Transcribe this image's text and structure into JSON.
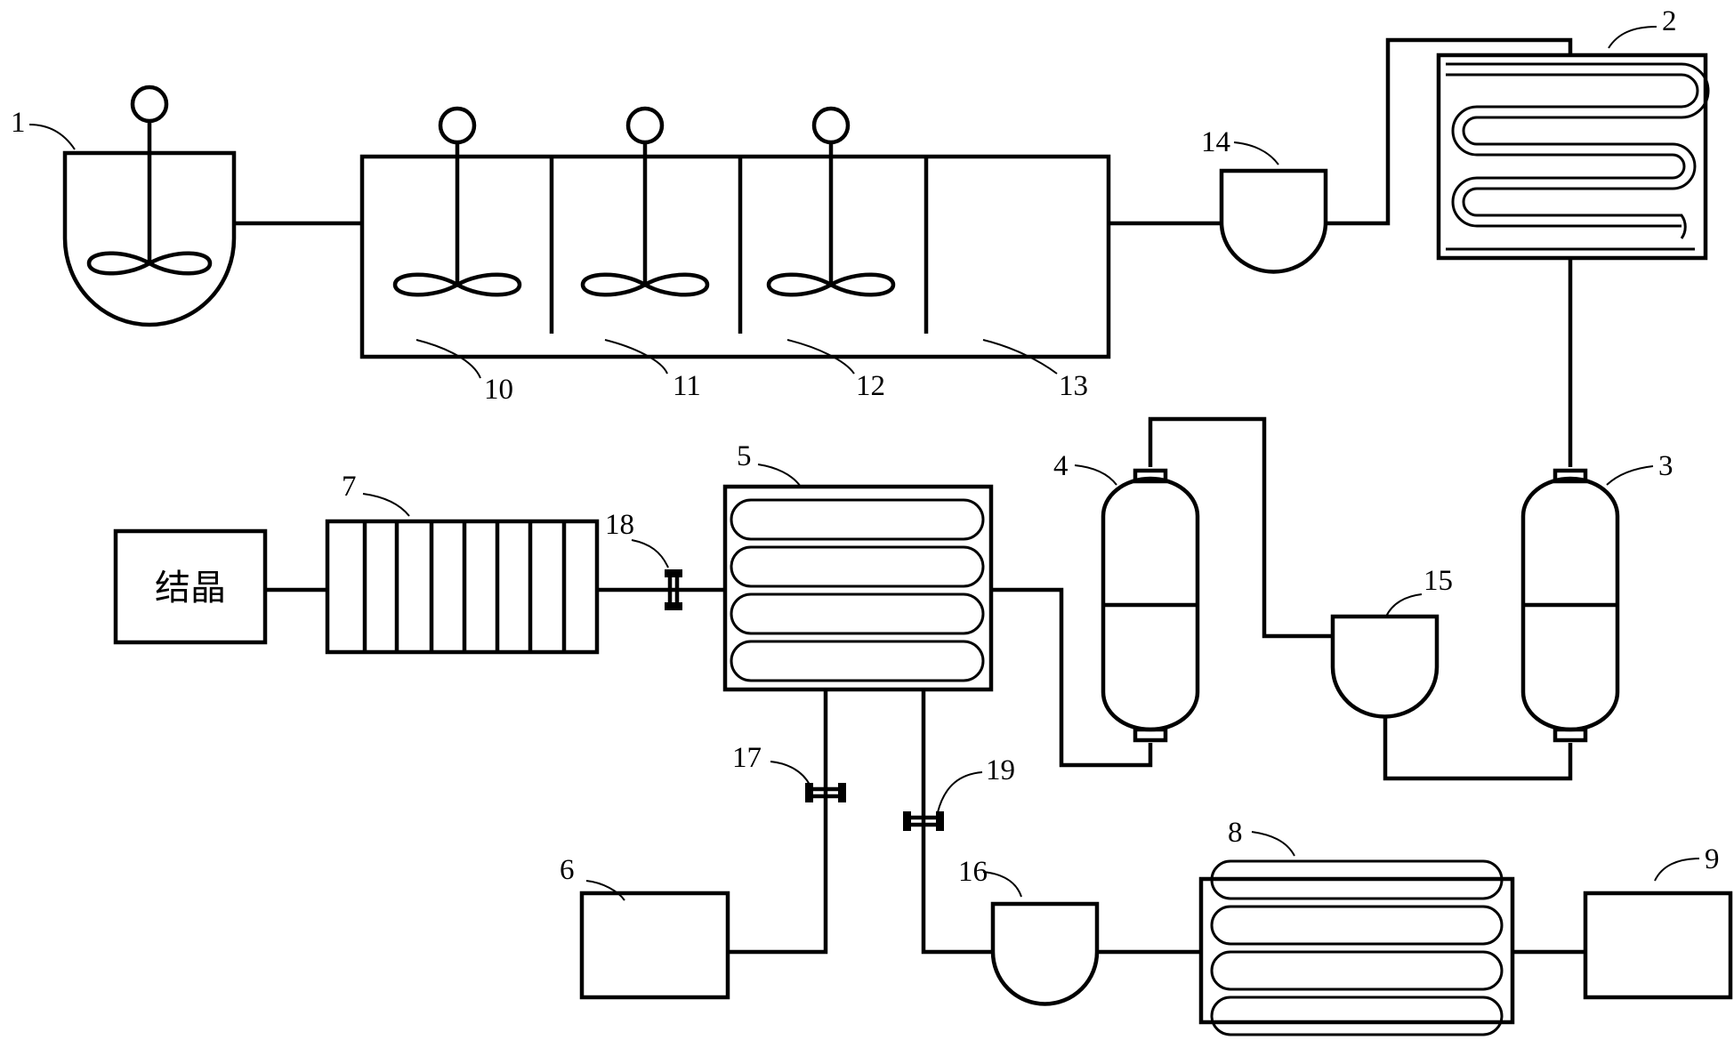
{
  "diagram": {
    "crystallization_label": "结晶",
    "labels": {
      "l1": "1",
      "l2": "2",
      "l3": "3",
      "l4": "4",
      "l5": "5",
      "l6": "6",
      "l7": "7",
      "l8": "8",
      "l9": "9",
      "l10": "10",
      "l11": "11",
      "l12": "12",
      "l13": "13",
      "l14": "14",
      "l15": "15",
      "l16": "16",
      "l17": "17",
      "l18": "18",
      "l19": "19"
    }
  }
}
